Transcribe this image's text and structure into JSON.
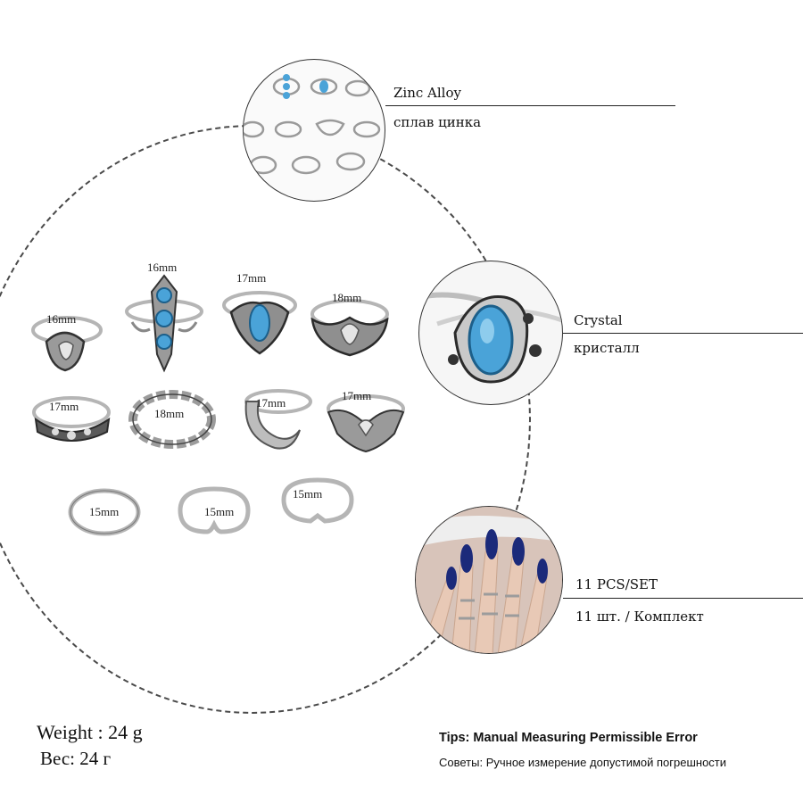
{
  "features": {
    "material": {
      "en": "Zinc Alloy",
      "ru": "сплав цинка"
    },
    "stone": {
      "en": "Crystal",
      "ru": "кристалл"
    },
    "count": {
      "en": "11 PCS/SET",
      "ru": "11 шт. / Комплект"
    }
  },
  "rings": {
    "r1": "16mm",
    "r2": "16mm",
    "r3": "17mm",
    "r4": "18mm",
    "r5": "17mm",
    "r6": "18mm",
    "r7": "17mm",
    "r8": "17mm",
    "r9": "15mm",
    "r10": "15mm",
    "r11": "15mm"
  },
  "weight": {
    "en": "Weight : 24 g",
    "ru": "Вес: 24 г"
  },
  "tips": {
    "en": "Tips: Manual Measuring Permissible Error",
    "ru": "Советы: Ручное измерение допустимой погрешности"
  },
  "colors": {
    "silver": "#b9b9b9",
    "crystal_blue": "#4aa3d8",
    "nail_blue": "#1b2a7a"
  }
}
